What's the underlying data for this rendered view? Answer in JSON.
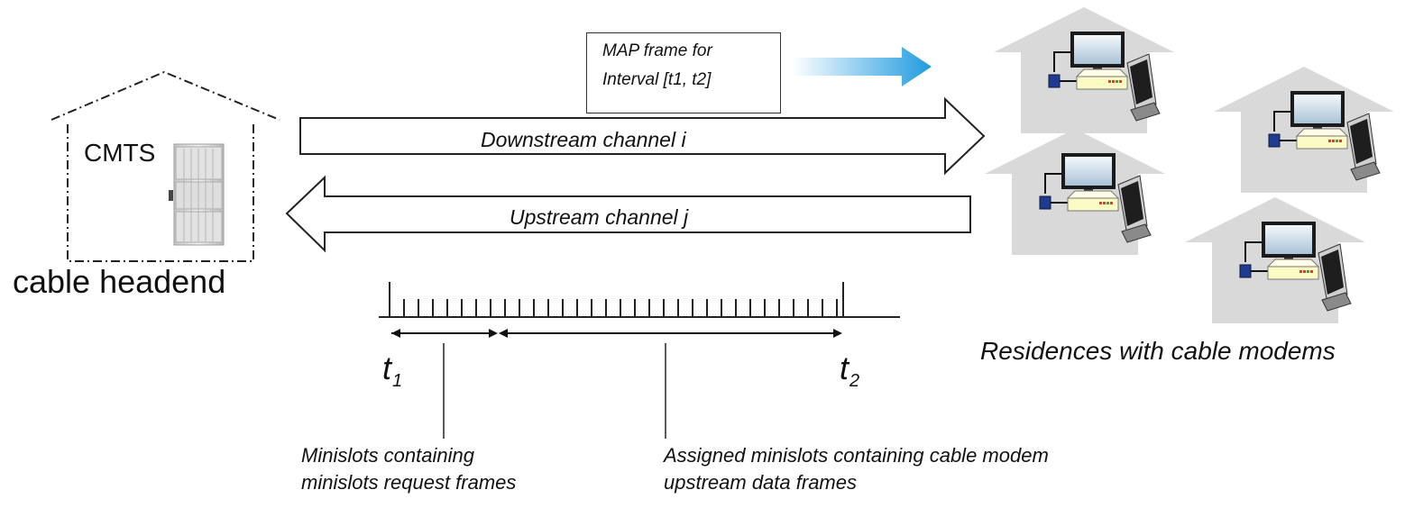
{
  "headend": {
    "device_label": "CMTS",
    "caption": "cable headend"
  },
  "channels": {
    "downstream": "Downstream channel i",
    "upstream": "Upstream channel j"
  },
  "map_frame": {
    "line1": "MAP frame for",
    "line2": "Interval [t1, t2]"
  },
  "residences": {
    "caption": "Residences with cable modems",
    "count": 4,
    "icon": "house-with-pc-and-cable-modem"
  },
  "timeline": {
    "t1": {
      "base": "t",
      "sub": "1"
    },
    "t2": {
      "base": "t",
      "sub": "2"
    },
    "minislot_notes": {
      "request": "Minislots containing\nminislots request frames",
      "assigned": "Assigned minislots containing cable modem\nupstream data frames"
    }
  },
  "colors": {
    "house_fill": "#d9d9d9",
    "map_arrow": "#1f9be0",
    "modem_fill": "#fdfbc4",
    "splitter_fill": "#1f3a8f",
    "line": "#222222"
  }
}
